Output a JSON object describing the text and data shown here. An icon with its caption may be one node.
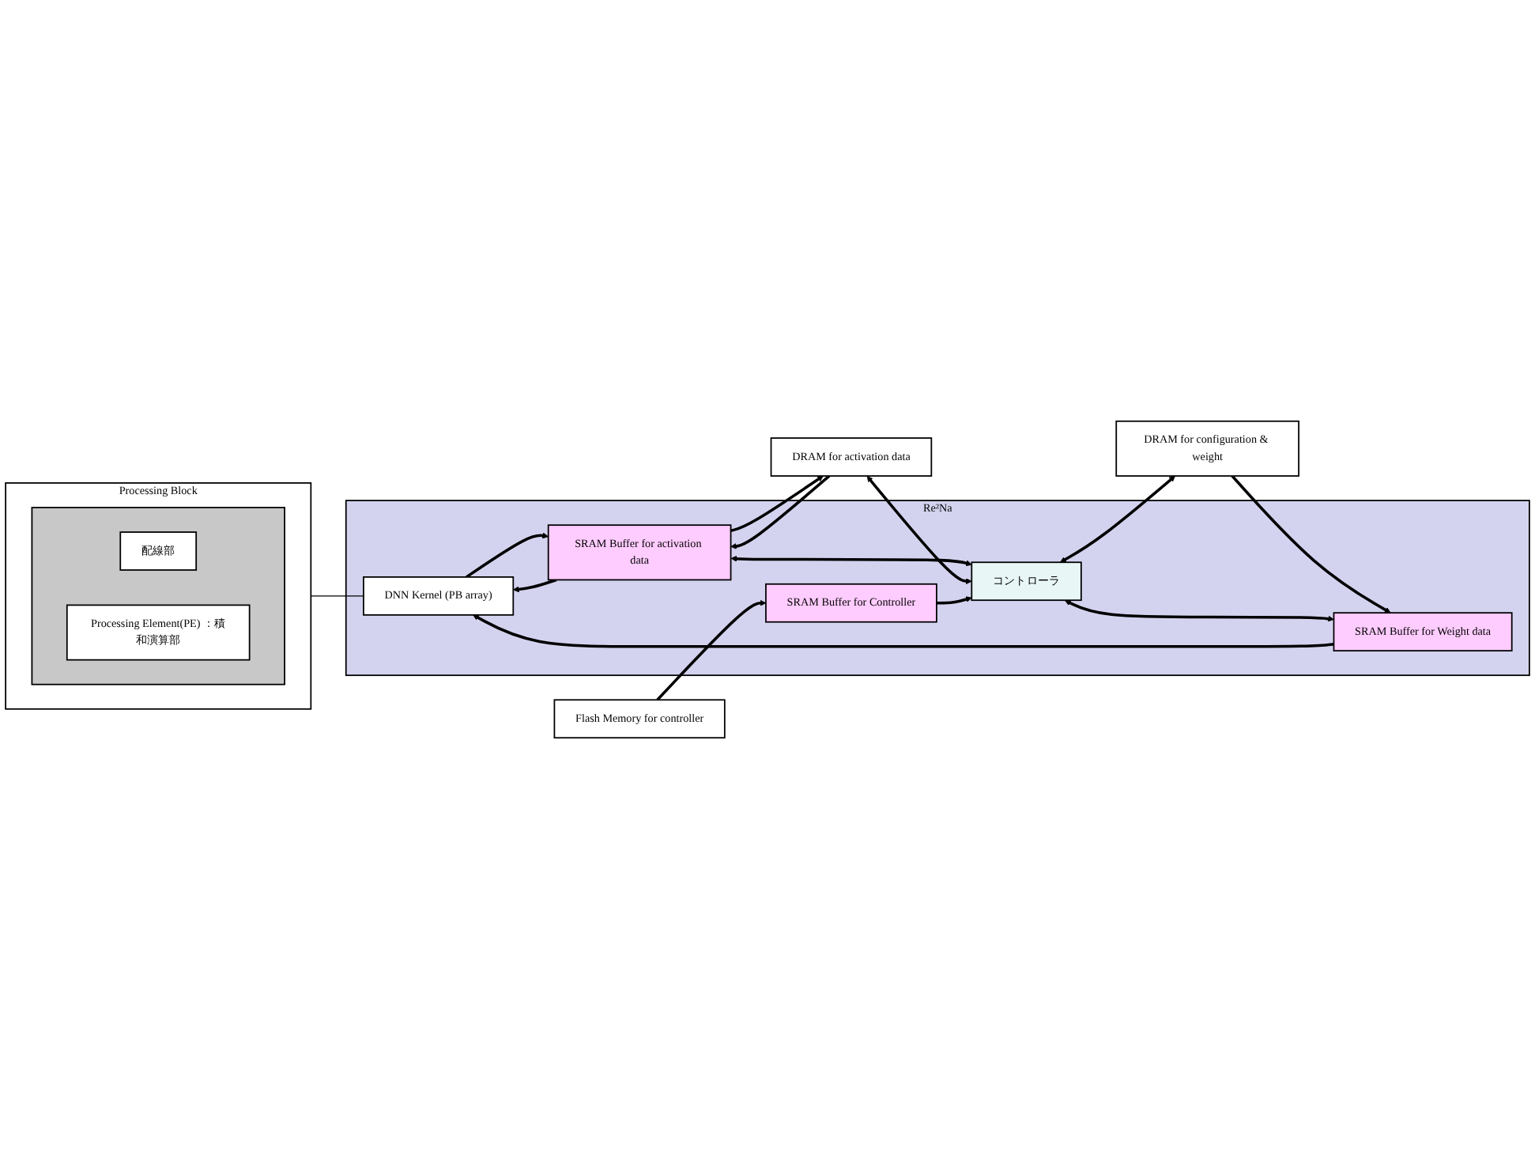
{
  "diagram": {
    "nodes": [
      {
        "text": [
          "Re²Na"
        ]
      },
      {
        "text": [
          "DRAM for activation data"
        ]
      },
      {
        "text": [
          "SRAM Buffer for activation data"
        ],
        "in": 0
      },
      {
        "text": [
          "DNN Kernel (PB array)"
        ],
        "in": 0
      },
      {
        "text": [
          "SRAM Buffer for Weight data"
        ],
        "in": 0
      },
      {
        "text": [
          "DRAM for configuration & weight"
        ]
      },
      {
        "text": [
          "コントローラ"
        ],
        "in": 0
      },
      {
        "text": [
          "SRAM Buffer for Controller"
        ],
        "in": 0
      },
      {
        "text": [
          "Flash Memory for controller"
        ]
      },
      {
        "text": [
          "Processing Block"
        ]
      },
      {
        "text": [],
        "shape": "box",
        "in": 9
      },
      {
        "text": [
          "配線部"
        ],
        "in": 10
      },
      {
        "text": [
          "Processing Element(PE) ：積和演算部"
        ],
        "in": 10
      }
    ],
    "edges": [
      {
        "from": 1,
        "to": 2,
        "arrow": "to"
      },
      {
        "from": 2,
        "to": 1,
        "arrow": "to"
      },
      {
        "from": 2,
        "to": 3,
        "arrow": "to"
      },
      {
        "from": 3,
        "to": 2,
        "arrow": "to"
      },
      {
        "from": 4,
        "to": 3,
        "arrow": "to"
      },
      {
        "from": 5,
        "to": 4,
        "arrow": "to"
      },
      {
        "from": 2,
        "to": 6,
        "arrow": "both"
      },
      {
        "from": 1,
        "to": 6,
        "arrow": "both"
      },
      {
        "from": 6,
        "to": 4,
        "arrow": "both"
      },
      {
        "from": 6,
        "to": 5,
        "arrow": "both"
      },
      {
        "from": 7,
        "to": 6,
        "arrow": "to"
      },
      {
        "from": 8,
        "to": 7,
        "arrow": "to"
      },
      {
        "from": 9,
        "to": 3,
        "arrow": "none"
      }
    ]
  }
}
